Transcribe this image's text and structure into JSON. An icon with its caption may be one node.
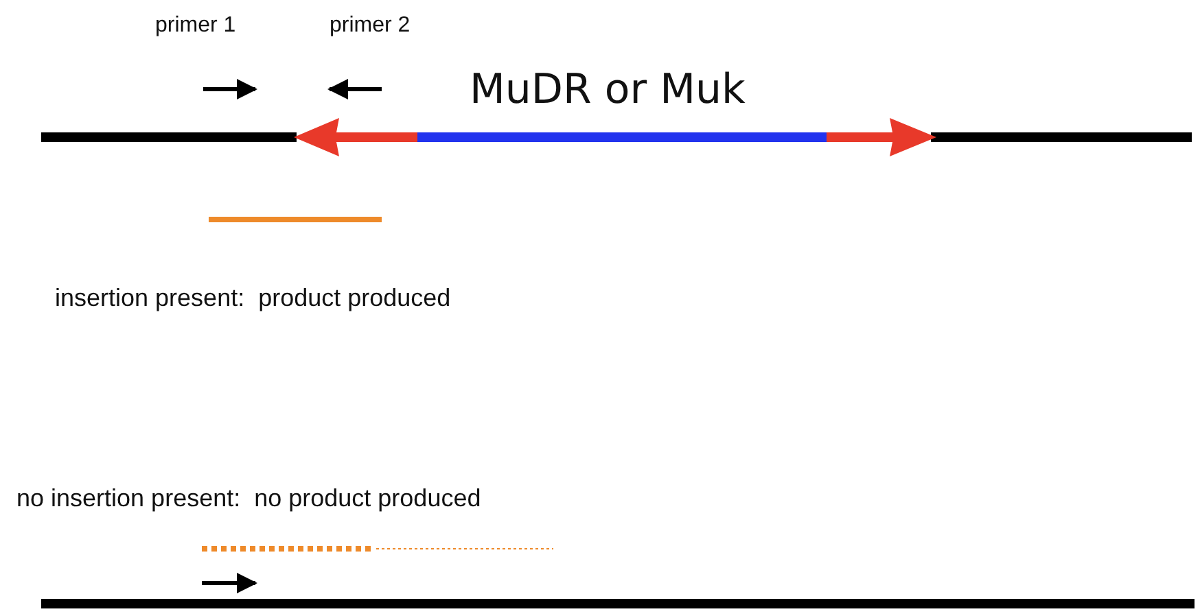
{
  "diagram": {
    "labels": [
      "primer 1",
      "primer 2",
      "MuDR or Muk",
      "insertion present:  product produced",
      "no insertion present:  no product produced"
    ]
  }
}
